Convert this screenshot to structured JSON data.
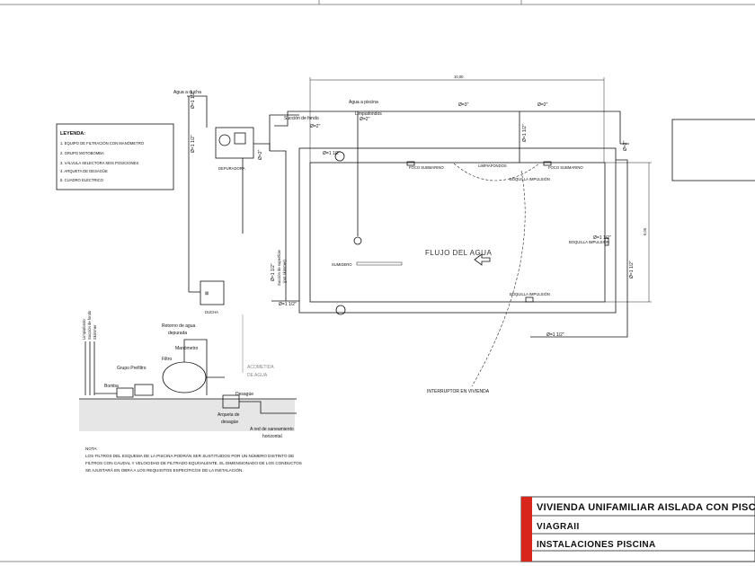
{
  "dimension_top": "10,00",
  "dimension_right": "5,00",
  "legend": {
    "title": "LEYENDA:",
    "items": [
      "1. EQUIPO DE FILTRACIÓN CON MANÓMETRO",
      "2. GRUPO MOTOBOMBA",
      "3. VÁLVULA SELECTORA SEIS POSICIONES",
      "4. ARQUETA DE DESAGÜE",
      "5. CUADRO ELÉCTRICO"
    ]
  },
  "pipe_labels": {
    "agua_ducha": "Agua a ducha",
    "agua_piscina": "Agua a piscina",
    "limpiafondos": "Limpiafondos",
    "succion_fondo": "Succión de fondo",
    "d_1_1_2": "Ø=1 1/2\"",
    "d_2": "Ø=2\"",
    "d_2_left": "Ø=2\"",
    "d_3_top": "Ø=3\"",
    "d_2_top": "Ø=2\"",
    "d_2_right": "Ø=2\"",
    "d_1_1_2_vertical": "Ø=1 1/2\"",
    "d_1_1_2_b": "Ø=1 1/2\"",
    "d_1_1_2_c": "Ø=1 1/2\"",
    "d_1_1_2_right": "Ø=1 1/2\"",
    "d_1_1_2_bottom": "Ø=1 1/2\"",
    "d_1_1_2_r2": "Ø=1 1/2\"",
    "succion_superficie": "Succión de superficie",
    "por_skimmer": "(por skimmer)"
  },
  "pool_labels": {
    "foco_1": "FOCO SUBMARINO",
    "limpiafondos_top": "LIMPIAFONDOS",
    "foco_2": "FOCO SUBMARINO",
    "boquilla_1": "BOQUILLA IMPULSIÓN",
    "boquilla_2": "BOQUILLA IMPULSIÓN",
    "boquilla_3": "BOQUILLA IMPULSIÓN",
    "sumidero": "SUMIDERO",
    "flujo": "FLUJO DEL AGUA"
  },
  "equipment": {
    "depuradora": "DEPURADORA",
    "ducha": "DUCHA",
    "acometida": "ACOMETIDA",
    "de_agua": "DE AGUA",
    "interruptor": "INTERRUPTOR EN VIVIENDA"
  },
  "section_labels": {
    "limpiafondo": "Limpiafondo",
    "succion_fondo": "Succión de fondo",
    "skimmer": "Skimmer",
    "retorno": "Retorno de agua",
    "depurada": "depurada",
    "manometro": "Manómetro",
    "filtro": "Filtro",
    "grupo": "Grupo Prefiltro",
    "bomba": "Bomba",
    "desague": "Desagüe",
    "arqueta": "Arqueta de",
    "desague2": "desagüe",
    "red": "A red de saneamiento",
    "horizontal": "horizontal"
  },
  "note": {
    "title": "NOTA:",
    "lines": [
      "LOS FILTROS DEL ESQUEMA DE LA PISCINA PODRÁN SER SUSTITUIDOS POR UN NÚMERO DISTINTO DE",
      "FILTROS CON CAUDAL Y VELOCIDAD DE FILTRADO EQUIVALENTE. EL DIMENSIONADO DE LOS CONDUCTOS",
      "SE AJUSTARÁ EN OBRA A LOS REQUISITOS ESPECÍFICOS DE LA INSTALACIÓN."
    ]
  },
  "title_block": {
    "project": "VIVIENDA UNIFAMILIAR AISLADA CON PISCINA",
    "code": "VIAGRAII",
    "sheet_title": "INSTALACIONES PISCINA"
  },
  "colors": {
    "title_block_accent": "#d9261c",
    "line": "#111111"
  }
}
